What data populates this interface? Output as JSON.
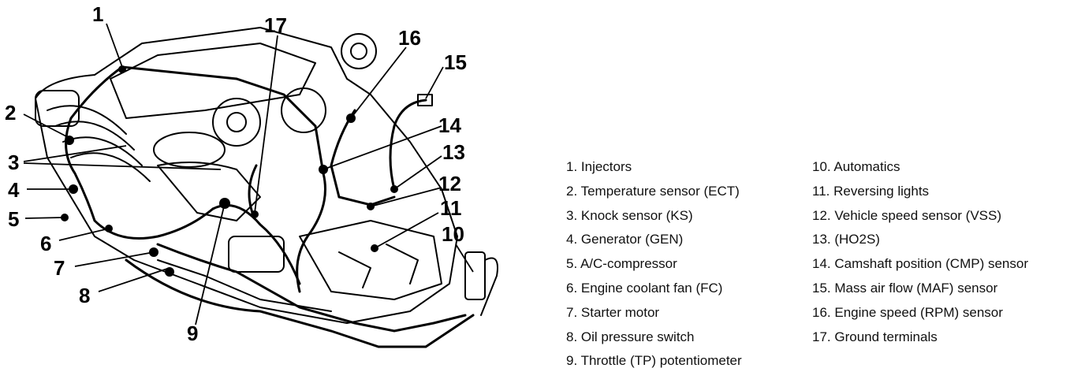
{
  "callouts": [
    "1",
    "2",
    "3",
    "4",
    "5",
    "6",
    "7",
    "8",
    "9",
    "10",
    "11",
    "12",
    "13",
    "14",
    "15",
    "16",
    "17"
  ],
  "legend_left": [
    "1. Injectors",
    "2. Temperature sensor (ECT)",
    "3. Knock sensor (KS)",
    "4. Generator (GEN)",
    "5. A/C-compressor",
    "6. Engine coolant fan (FC)",
    "7. Starter motor",
    "8. Oil pressure switch",
    "9. Throttle (TP) potentiometer"
  ],
  "legend_right": [
    "10. Automatics",
    "11. Reversing lights",
    "12. Vehicle speed sensor (VSS)",
    "13. (HO2S)",
    "14. Camshaft position (CMP) sensor",
    "15. Mass air flow (MAF) sensor",
    "16. Engine speed (RPM) sensor",
    "17. Ground terminals"
  ]
}
